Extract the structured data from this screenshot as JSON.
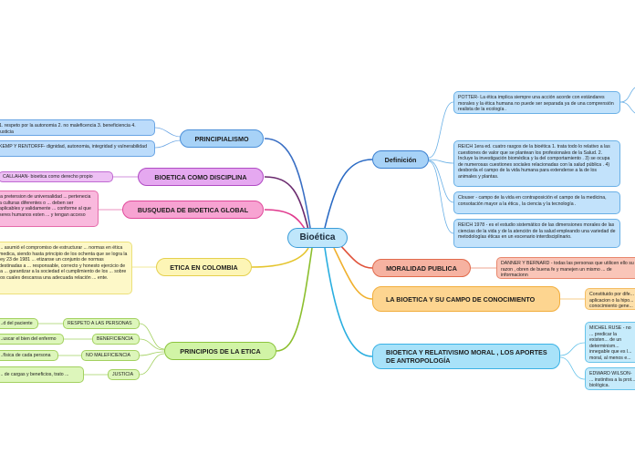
{
  "center": "Bioética",
  "branches": {
    "principialismo": {
      "label": "PRINCIPIALISMO",
      "items": [
        "1. respeto por la autonomia 2. no maleficencia 3. beneficiencia 4. justicia",
        "KEMP Y RENTORFF- dignidad, autonomia, integridad y vulnerabilidad"
      ]
    },
    "derecho": {
      "label": "BIOETICA COMO DISCIPLINA",
      "items": [
        "CALLAHAN- bioetica como derecho propio"
      ]
    },
    "global": {
      "label": "BUSQUEDA DE BIOETICA GLOBAL",
      "items": [
        "la pretension de universalidad ... pertenecia a culturas diferentes o ... deben ser aplicables y validamente ... conforme al que seres humanos esten ... y tengan acceso"
      ]
    },
    "colombia": {
      "label": "ETICA EN COLOMBIA",
      "items": [
        "... asumió el compromiso de estructurar ... normas en ética medica, siendo hasta principio de los ochenta que se logra la ley 23 de 1981 ... etizanse un conjunto de normas destinadas a ... responsable, correcto y honesto ejercicio de la ... garantizar a la sociedad el cumplimiento de los ... sobre los cuales descansa una adecuada relación ... ente."
      ]
    },
    "principios": {
      "label": "PRINCIPIOS DE LA ETICA",
      "items": [
        {
          "text": "RESPETO A LAS PERSONAS",
          "sub": "...d del paciente"
        },
        {
          "text": "BENEFICIENCIA",
          "sub": "...uscar el bien del enfermo"
        },
        {
          "text": "NO MALEFICIENCIA",
          "sub": "...física de cada persona"
        },
        {
          "text": "JUSTICIA",
          "sub": "... de cargas y beneficios, trato ..."
        }
      ]
    },
    "definicion": {
      "label": "Definición",
      "items": [
        "POTTER- La ética implica siempre una acción acorde con estándares morales y la ética humana no puede ser separada ya de una comprensión realista de la ecología .",
        "REICH 1era ed. cuatro rasgos de la bioética 1. trata todo lo relativo a las cuestiones de valor que se plantean los profesionales de la Salud. 2. Incluye la investigación biomédica y la del comportamiento . 3) se ocupa de numerosas cuestiones sociales relacionadas con la salud pública . 4) desborda el campo de la vida humana para extenderse a la de los animales y plantas.",
        "Clouser - campo  de la vida en contraposición el campo de la medicina, consotación mayor a la ética , la ciencia y la tecnología .",
        "REICH 1978 - es el estudio sistemático de las dimensiones morales de las ciencias de la vida y de la atención de la salud empleando una variedad de metodologías éticas en un escenario interdisciplinario."
      ]
    },
    "moralidad": {
      "label": "MORALIDAD PUBLICA",
      "items": [
        "DANNER Y BERNARD - todas las personas que utilicen ello su razon , obren de buena fe y manejen un mismo ... de informacionn"
      ]
    },
    "conocimiento": {
      "label": "LA BIOETICA Y SU CAMPO DE CONOCIMIENTO",
      "items": [
        "Constituido por dife... aplicacion o la hipo... conocimiento gene..."
      ]
    },
    "relativismo": {
      "label": "BIOETICA Y RELATIVISMO MORAL , LOS APORTES DE ANTROPOLOGÍA",
      "items": [
        "MICHEL RUSE - no ... predicar la existen... de un determinism... innegable que es l... moral, al menos e... erroneo.",
        "EDWARD WILSON- ... instintiva a la prot... biológica."
      ]
    }
  }
}
